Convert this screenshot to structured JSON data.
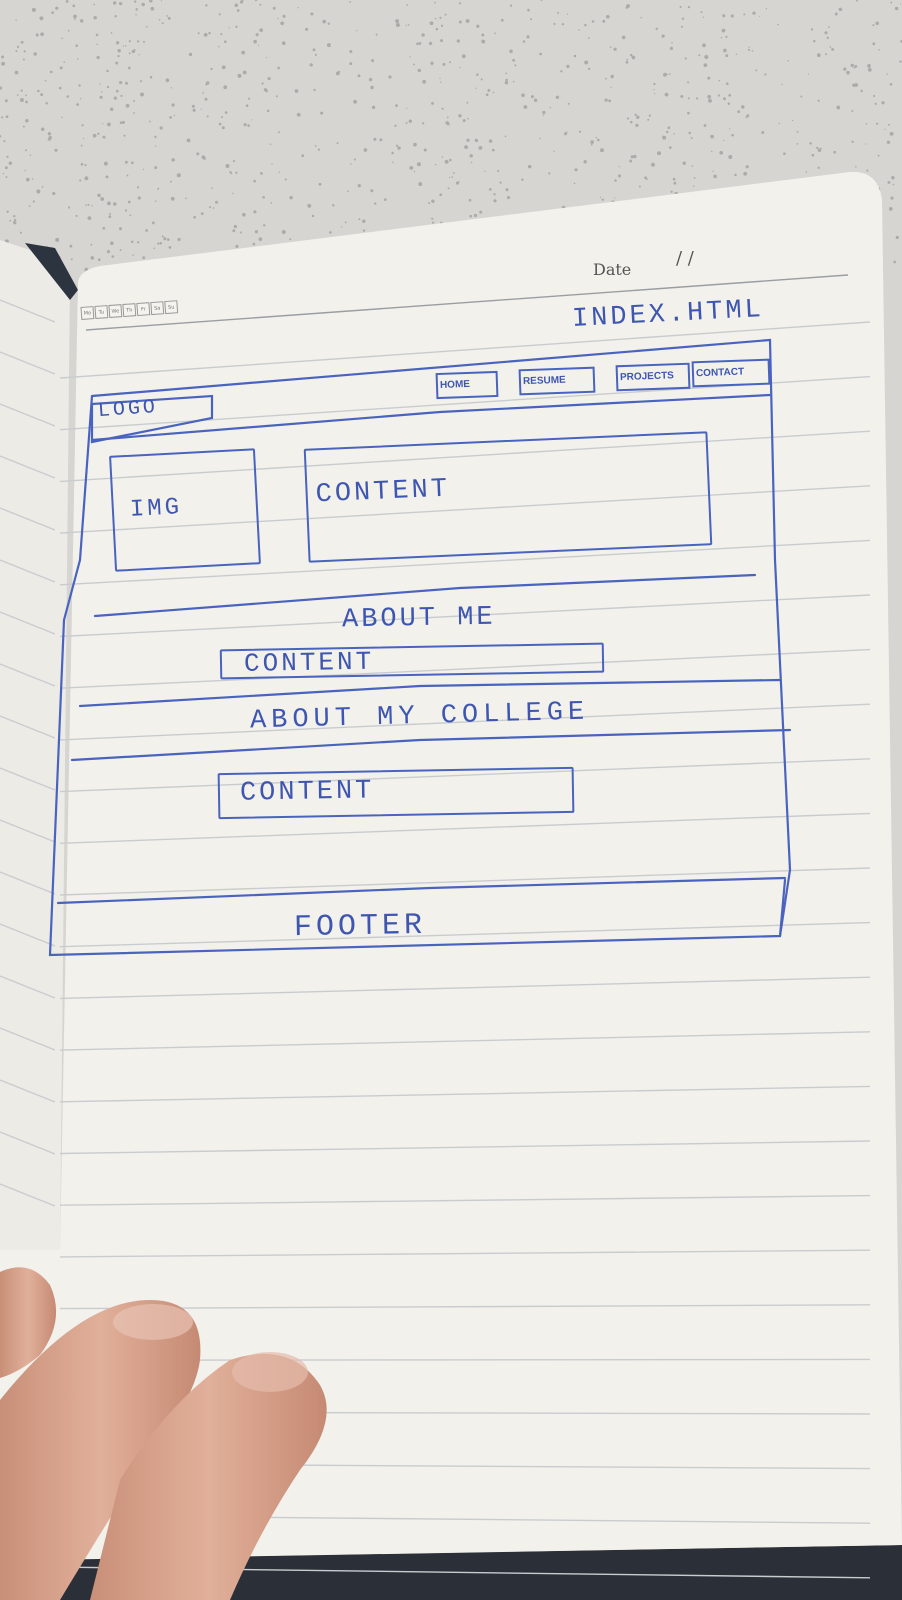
{
  "notebook": {
    "date_label": "Date",
    "date_separators": "/      /",
    "weekdays": [
      "Mo",
      "Tu",
      "We",
      "Th",
      "Fr",
      "Sa",
      "Su"
    ]
  },
  "sketch": {
    "page_title": "INDEX.HTML",
    "header": {
      "logo_label": "LOGO",
      "nav_items": [
        "HOME",
        "RESUME",
        "PROJECTS",
        "CONTACT"
      ]
    },
    "hero": {
      "image_label": "IMG",
      "content_label": "CONTENT"
    },
    "about_me": {
      "heading": "ABOUT ME",
      "content_label": "CONTENT"
    },
    "about_college": {
      "heading": "ABOUT MY COLLEGE",
      "content_label": "CONTENT"
    },
    "footer_label": "FOOTER"
  },
  "colors": {
    "ink": "#3e56b0",
    "paper": "#f2f1ec",
    "rule_line": "#c9cccf",
    "desk": "#d9d8d5",
    "skin": "#d9a68e"
  }
}
